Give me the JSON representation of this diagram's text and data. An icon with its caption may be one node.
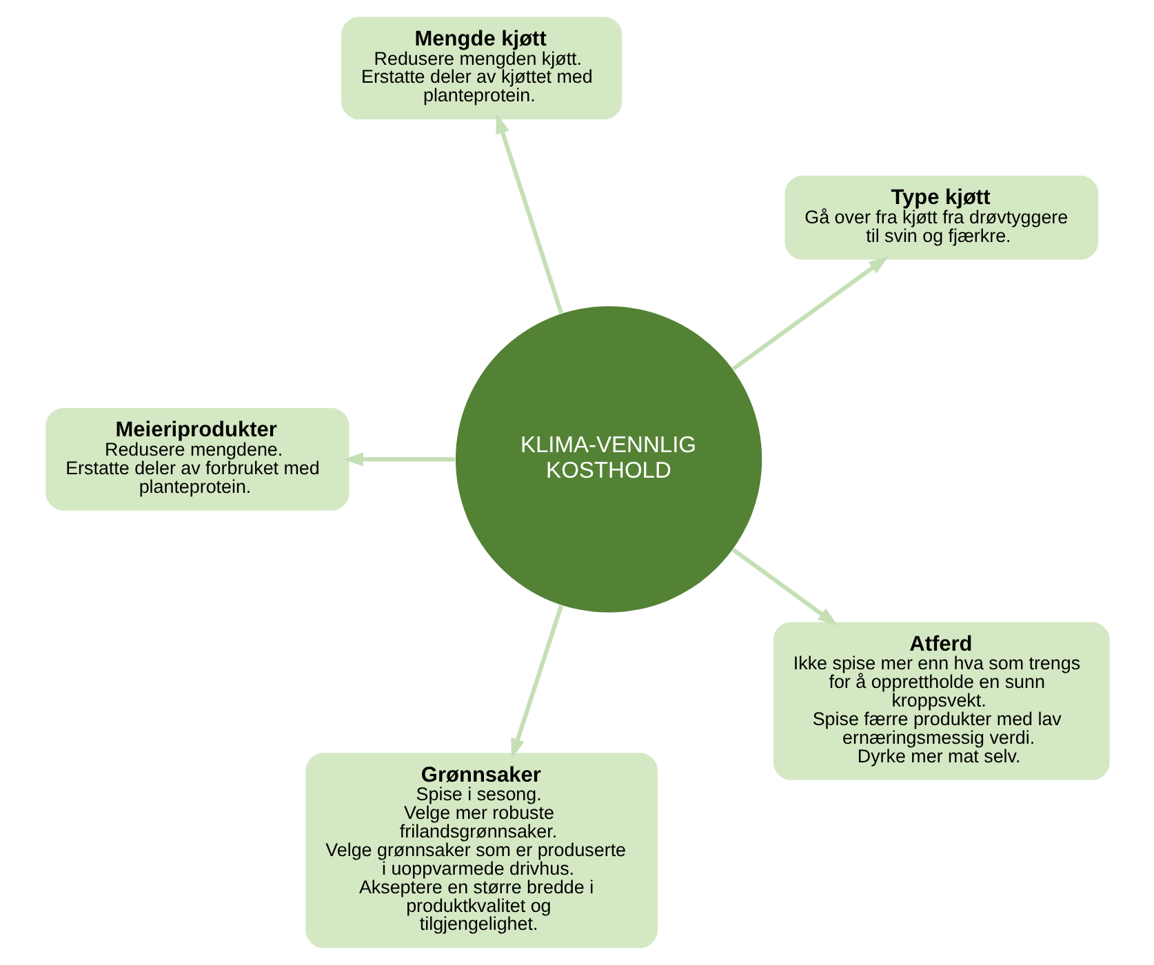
{
  "diagram": {
    "nodes": [
      {
        "text": [
          "KLIMA-VENNLIG KOSTHOLD"
        ]
      },
      {
        "text": [
          "Type kjøtt",
          "Gå over fra kjøtt fra drøvtyggere til svin og fjærkre."
        ]
      },
      {
        "text": [
          "Mengde kjøtt",
          "Redusere mengden kjøtt.",
          "Erstatte deler av kjøttet med planteprotein."
        ]
      },
      {
        "text": [
          "Meieriprodukter",
          "Redusere mengdene.",
          "Erstatte deler av forbruket med planteprotein."
        ]
      },
      {
        "text": [
          "Grønnsaker",
          "Spise i sesong.",
          "Velge mer robuste frilandsgrønnsaker.",
          "Velge grønnsaker som er produserte i uoppvarmede drivhus.",
          "Akseptere en større bredde i produktkvalitet og tilgjengelighet."
        ]
      },
      {
        "text": [
          "Atferd",
          "Ikke spise mer enn hva som trengs for å opprettholde en sunn kroppsvekt.",
          "Spise færre produkter med lav ernæringsmessig verdi.",
          "Dyrke mer mat selv."
        ]
      }
    ],
    "edges": [
      {
        "from": 0,
        "to": 1,
        "arrow": "to"
      },
      {
        "from": 0,
        "to": 2,
        "arrow": "to"
      },
      {
        "from": 0,
        "to": 3,
        "arrow": "to"
      },
      {
        "from": 0,
        "to": 4,
        "arrow": "to"
      },
      {
        "from": 0,
        "to": 5,
        "arrow": "to"
      }
    ]
  }
}
